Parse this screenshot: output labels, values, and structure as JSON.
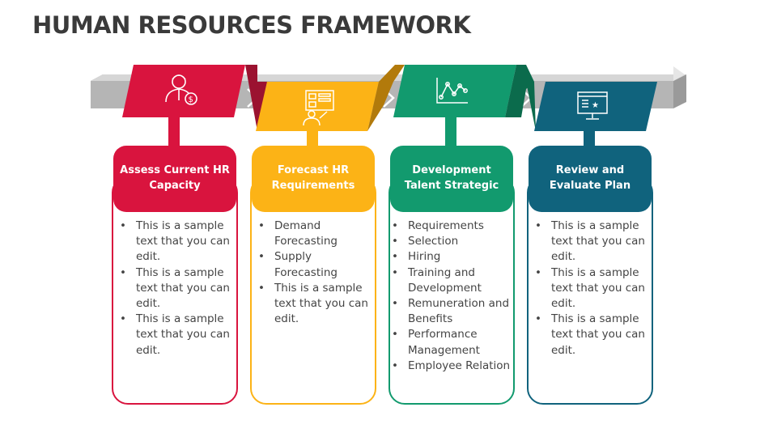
{
  "title": "HUMAN RESOURCES FRAMEWORK",
  "colors": {
    "step1": "#d9143e",
    "step2": "#fcb316",
    "step3": "#129a6e",
    "step4": "#10637d",
    "band": "#b5b5b5"
  },
  "steps": [
    {
      "heading_line1": "Assess Current HR",
      "heading_line2": "Capacity",
      "icon": "person-dollar-icon",
      "items": [
        "This is a sample text that you can edit.",
        "This is a sample text that you can edit.",
        "This is a sample text that you can edit."
      ]
    },
    {
      "heading_line1": "Forecast HR",
      "heading_line2": "Requirements",
      "icon": "presentation-board-icon",
      "items": [
        "Demand Forecasting",
        "Supply Forecasting",
        "This is a sample text that you can edit."
      ]
    },
    {
      "heading_line1": "Development",
      "heading_line2": "Talent Strategic",
      "icon": "line-chart-icon",
      "items": [
        "Requirements",
        "Selection",
        "Hiring",
        "Training and Development",
        "Remuneration and Benefits",
        "Performance Management",
        "Employee Relation"
      ]
    },
    {
      "heading_line1": "Review and",
      "heading_line2": "Evaluate Plan",
      "icon": "monitor-review-icon",
      "items": [
        "This is a sample text that you can edit.",
        "This is a sample text that you can edit.",
        "This is a sample text that you can edit."
      ]
    }
  ]
}
